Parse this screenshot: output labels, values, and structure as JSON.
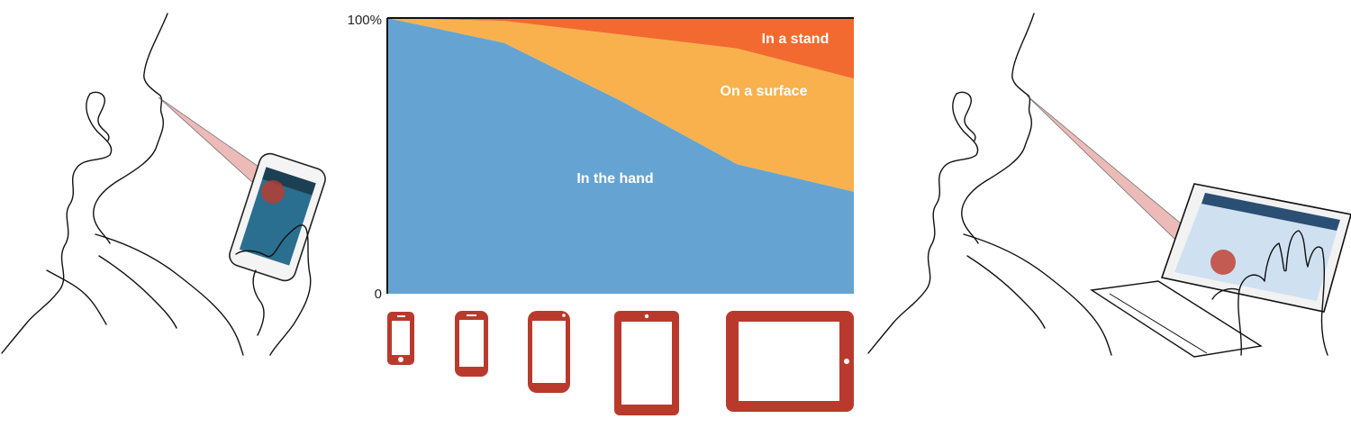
{
  "colors": {
    "in_the_hand": "#65a4d2",
    "on_a_surface": "#f8b14d",
    "in_a_stand": "#f26a30",
    "device": "#b93a2c",
    "gaze": "#e8a5a0",
    "touch": "#c0392b"
  },
  "icons": [
    "left-person-phone-sketch",
    "right-person-tablet-sketch",
    "small-phone-icon",
    "phone-icon",
    "large-phone-icon",
    "small-tablet-icon",
    "large-tablet-icon"
  ],
  "chart_data": {
    "type": "area",
    "stacked": true,
    "normalized": true,
    "x_categories": [
      "small phone",
      "phone",
      "large phone",
      "small tablet",
      "large tablet"
    ],
    "x": [
      0,
      1,
      2,
      3,
      4
    ],
    "x_axis": "device icons (size increasing left to right)",
    "ylim": [
      0,
      100
    ],
    "ytick_labels": [
      "0",
      "100%"
    ],
    "grid": false,
    "series": [
      {
        "name": "In the hand",
        "key": "in_the_hand",
        "values": [
          100,
          91,
          70,
          47,
          37
        ]
      },
      {
        "name": "On a surface",
        "key": "on_a_surface",
        "values": [
          0,
          8,
          24,
          42,
          41
        ]
      },
      {
        "name": "In a stand",
        "key": "in_a_stand",
        "values": [
          0,
          1,
          6,
          11,
          22
        ]
      }
    ]
  }
}
